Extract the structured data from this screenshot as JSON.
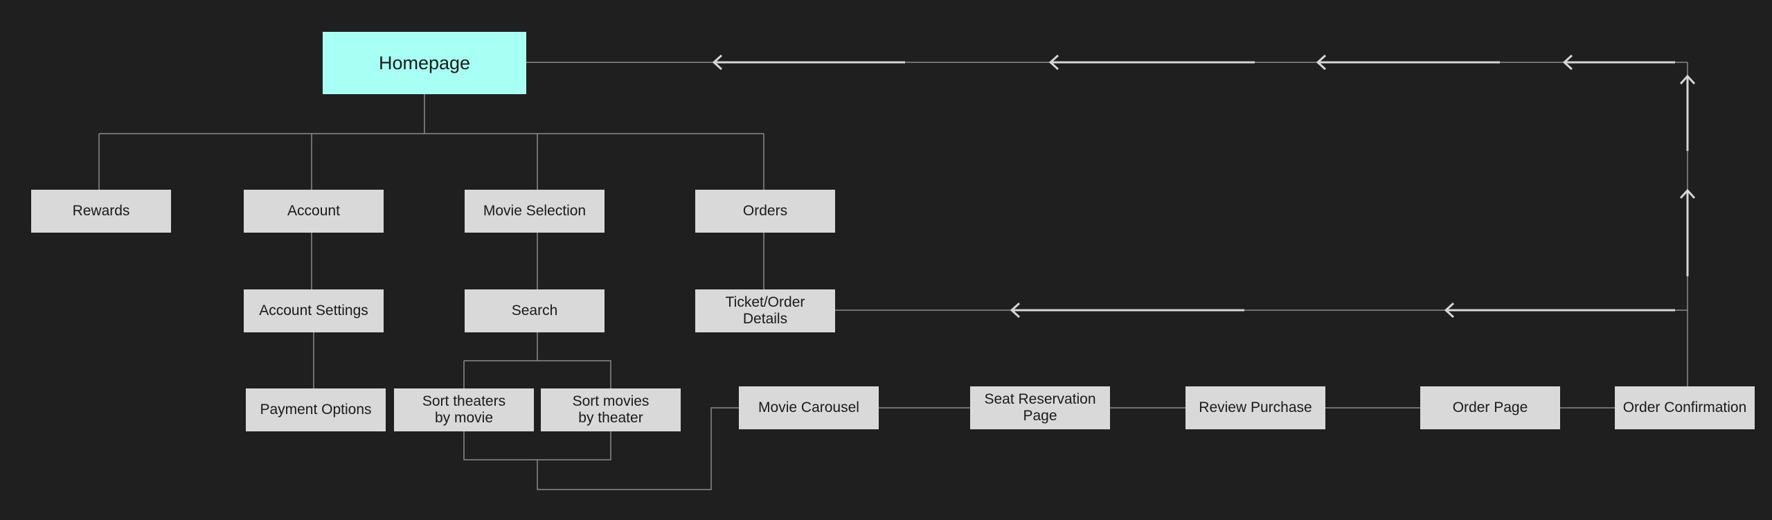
{
  "colors": {
    "background": "#1f1f1f",
    "node_fill": "#d9d9d9",
    "root_fill": "#a8fff4",
    "connector": "#8c8c8c",
    "arrow": "#d6d6d6"
  },
  "nodes": {
    "homepage": "Homepage",
    "rewards": "Rewards",
    "account": "Account",
    "movie_selection": "Movie Selection",
    "orders": "Orders",
    "account_settings": "Account Settings",
    "search": "Search",
    "ticket_order_details": "Ticket/Order\nDetails",
    "payment_options": "Payment Options",
    "sort_theaters": "Sort theaters\nby movie",
    "sort_movies": "Sort movies\nby theater",
    "movie_carousel": "Movie Carousel",
    "seat_reservation": "Seat Reservation\nPage",
    "review_purchase": "Review Purchase",
    "order_page": "Order Page",
    "order_confirmation": "Order Confirmation"
  }
}
